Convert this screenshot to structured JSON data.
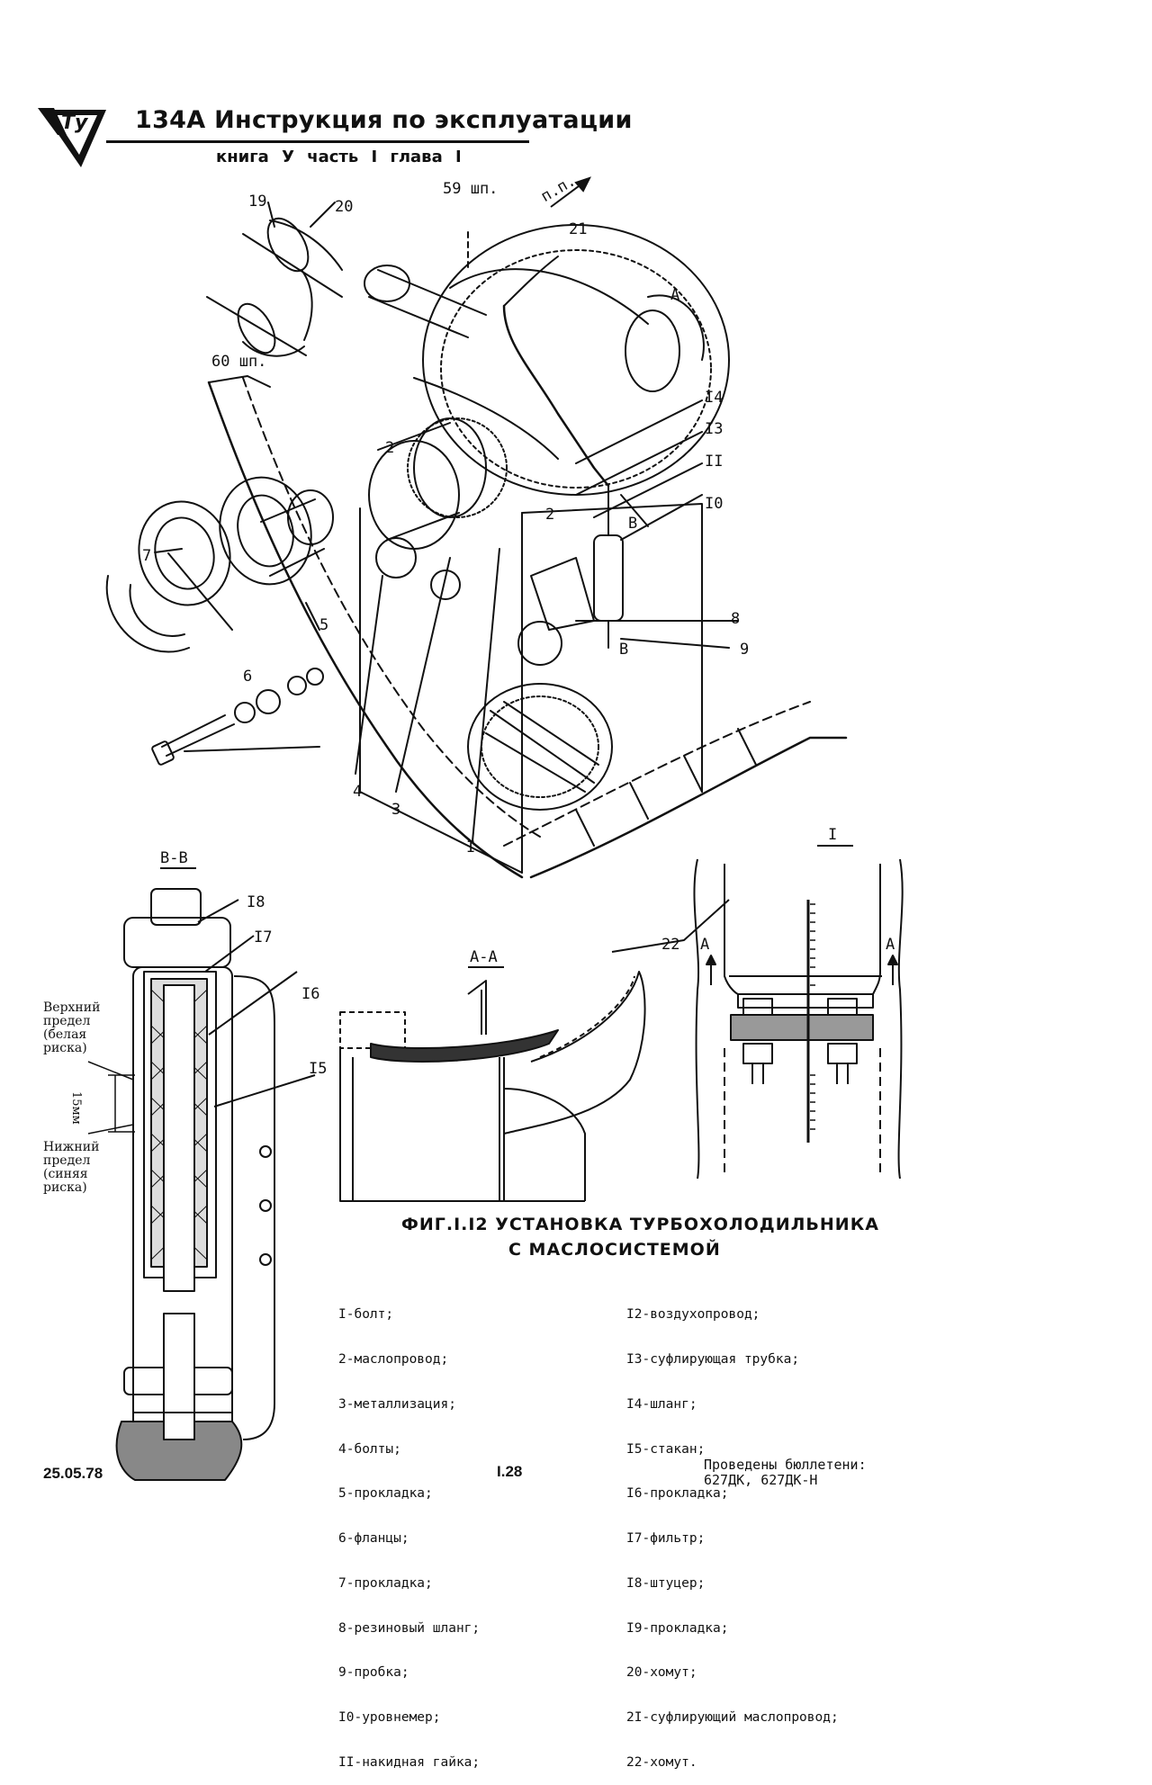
{
  "header": {
    "logo_text": "Ту",
    "title": "134А  Инструкция по эксплуатации",
    "subtitle": "книга У  часть I  глава I"
  },
  "frames": {
    "fr59": "59 шп.",
    "fr60": "60 шп.",
    "flight": "п.п."
  },
  "callouts": {
    "c19": "19",
    "c20": "20",
    "c21": "21",
    "c2a": "2",
    "c2b": "2",
    "c14": "I4",
    "c13": "I3",
    "c11": "II",
    "c10": "I0",
    "cB1": "В",
    "cB2": "В",
    "c8": "8",
    "c9": "9",
    "c7": "7",
    "c6": "6",
    "c5": "5",
    "c4": "4",
    "c3": "3",
    "c1": "I",
    "cA": "А"
  },
  "section_bb": {
    "label": "В-В",
    "c18": "I8",
    "c17": "I7",
    "c16": "I6",
    "c15": "I5",
    "upper_limit": [
      "Верхний",
      "предел",
      "(белая",
      "риска)"
    ],
    "dim": "15мм",
    "lower_limit": [
      "Нижний",
      "предел",
      "(синяя",
      "риска)"
    ]
  },
  "section_aa": {
    "label": "А-А"
  },
  "detail_i": {
    "label": "I",
    "c22": "22",
    "arrowA_left": "А",
    "arrowA_right": "А"
  },
  "caption": {
    "line1": "ФИГ.I.I2  УСТАНОВКА  ТУРБОХОЛОДИЛЬНИКА",
    "line2": "С  МАСЛОСИСТЕМОЙ"
  },
  "legend_left": [
    "I-болт;",
    "2-маслопровод;",
    "3-металлизация;",
    "4-болты;",
    "5-прокладка;",
    "6-фланцы;",
    "7-прокладка;",
    "8-резиновый шланг;",
    "9-пробка;",
    "I0-уровнемер;",
    "II-накидная гайка;"
  ],
  "legend_right": [
    "I2-воздухопровод;",
    "I3-суфлирующая трубка;",
    "I4-шланг;",
    "I5-стакан;",
    "I6-прокладка;",
    "I7-фильтр;",
    "I8-штуцер;",
    "I9-прокладка;",
    "20-хомут;",
    "2I-суфлирующий маслопровод;",
    "22-хомут."
  ],
  "footer": {
    "date": "25.05.78",
    "page": "I.28",
    "bulletins_label": "Проведены бюллетени:",
    "bulletins": "627ДК, 627ДК-Н"
  }
}
